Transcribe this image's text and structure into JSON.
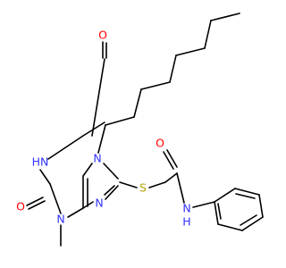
{
  "colors": {
    "background": "#ffffff",
    "bond": "#000000",
    "carbon": "#000000",
    "nitrogen": "#3333ff",
    "oxygen": "#ff0000",
    "sulfur": "#b8a300"
  },
  "atoms": {
    "o_top": "O",
    "n7": "N",
    "hn1": "HN",
    "o_left": "O",
    "n9": "N",
    "n3": "N",
    "s": "S",
    "o_amide": "O",
    "nh": "N",
    "nh_h": "H"
  }
}
